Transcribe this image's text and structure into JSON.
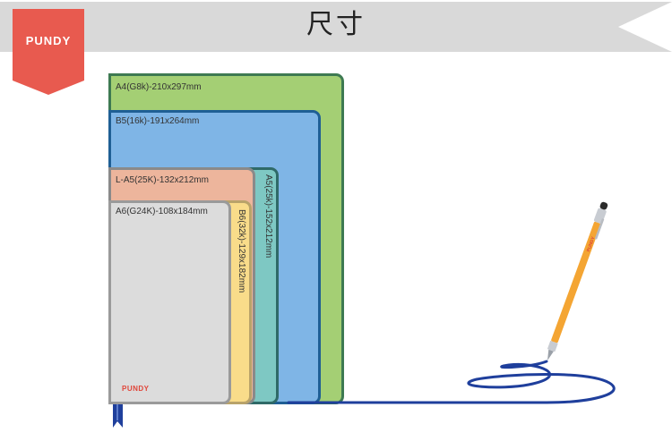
{
  "header": {
    "title": "尺寸",
    "brand": "PUNDY",
    "brand_color": "#e85a4f",
    "band_color": "#d9d9d9"
  },
  "sizes": [
    {
      "label": "A4(G8k)-210x297mm",
      "fill": "#a4cf74",
      "border": "#3e7a52"
    },
    {
      "label": "B5(16k)-191x264mm",
      "fill": "#7fb5e6",
      "border": "#1f5f95"
    },
    {
      "label": "A5(25k)-152x212mm",
      "fill": "#7ec8c3",
      "border": "#2f6a68"
    },
    {
      "label": "L-A5(25K)-132x212mm",
      "fill": "#edb59c",
      "border": "#8a8a8a"
    },
    {
      "label": "B6(32k)-129x182mm",
      "fill": "#f9dc8a",
      "border": "#b9a36a"
    },
    {
      "label": "A6(G24K)-108x184mm",
      "fill": "#dcdcdc",
      "border": "#9a9a9a"
    }
  ],
  "notebook_brand": "PUNDY",
  "pen": {
    "body_color": "#f4a533",
    "ink_color": "#1f3f9c",
    "brand": "PUNDY"
  }
}
